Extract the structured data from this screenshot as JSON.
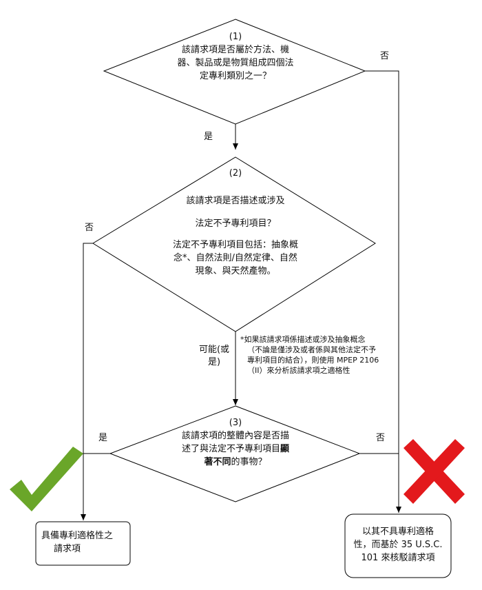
{
  "diagram": {
    "q1": {
      "num": "(1)",
      "lines": [
        "該請求項是否屬於方法、機",
        "器、製品或是物質組成四個法",
        "定專利類別之一？"
      ]
    },
    "q2": {
      "num": "(2)",
      "line1": "該請求項是否描述或涉及",
      "line2": "法定不予專利項目？",
      "detail": [
        "法定不予專利項目包括：抽象概",
        "念*、自然法則/自然定律、自然",
        "現象、與天然產物。"
      ]
    },
    "q3": {
      "num": "(3)",
      "line1": "該請求項的整體內容是否描",
      "line2_normal": "述了與法定不予專利項目",
      "line2_bold": "顯",
      "line3_bold": "著不同",
      "line3_normal": "的事物？"
    },
    "labels": {
      "q1_no": "否",
      "q1_yes": "是",
      "q2_no": "否",
      "q2_maybe": [
        "可能(或",
        "是)"
      ],
      "q3_yes": "是",
      "q3_no": "否"
    },
    "footnote": [
      "*如果該請求項係描述或涉及抽象概念",
      "（不論是僅涉及或者係與其他法定不予",
      "專利項目的結合），則使用 MPEP 2106",
      "（II）來分析該請求項之適格性"
    ],
    "result_eligible": [
      "具備專利適格性之",
      "請求項"
    ],
    "result_reject": [
      "以其不具專利適格",
      "性，而基於 35 U.S.C.",
      "101 來核駁請求項"
    ],
    "colors": {
      "check": "#6aa629",
      "cross": "#e3191c",
      "line": "#000000"
    },
    "icons": {
      "check": "check-mark-icon",
      "cross": "cross-mark-icon"
    }
  }
}
